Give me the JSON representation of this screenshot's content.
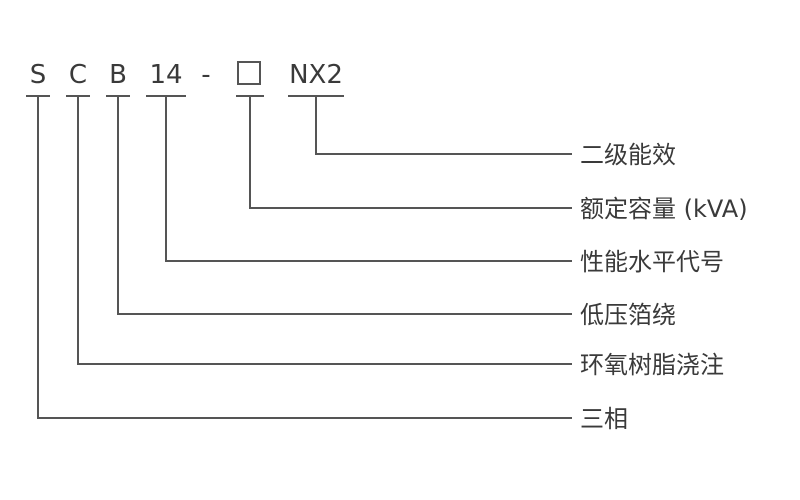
{
  "code_parts": {
    "s": "S",
    "c": "C",
    "b": "B",
    "performance_code": "14",
    "dash": "-",
    "efficiency": "NX2"
  },
  "labels": {
    "efficiency": "二级能效",
    "capacity": "额定容量 (kVA)",
    "performance": "性能水平代号",
    "winding": "低压箔绕",
    "insulation": "环氧树脂浇注",
    "phase": "三相"
  }
}
